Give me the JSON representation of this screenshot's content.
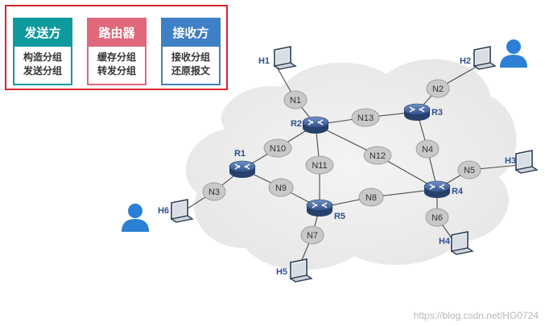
{
  "legend": {
    "sender": {
      "title": "发送方",
      "lines": [
        "构造分组",
        "发送分组"
      ],
      "color": "#0f9a9d"
    },
    "router": {
      "title": "路由器",
      "lines": [
        "缓存分组",
        "转发分组"
      ],
      "color": "#e0687a"
    },
    "receiver": {
      "title": "接收方",
      "lines": [
        "接收分组",
        "还原报文"
      ],
      "color": "#3f7fc6"
    }
  },
  "hosts": [
    "H1",
    "H2",
    "H3",
    "H4",
    "H5",
    "H6"
  ],
  "routers": [
    "R1",
    "R2",
    "R3",
    "R4",
    "R5"
  ],
  "networks": [
    "N1",
    "N2",
    "N3",
    "N4",
    "N5",
    "N6",
    "N7",
    "N8",
    "N9",
    "N10",
    "N11",
    "N12",
    "N13"
  ],
  "watermark": "https://blog.csdn.net/HG0724"
}
